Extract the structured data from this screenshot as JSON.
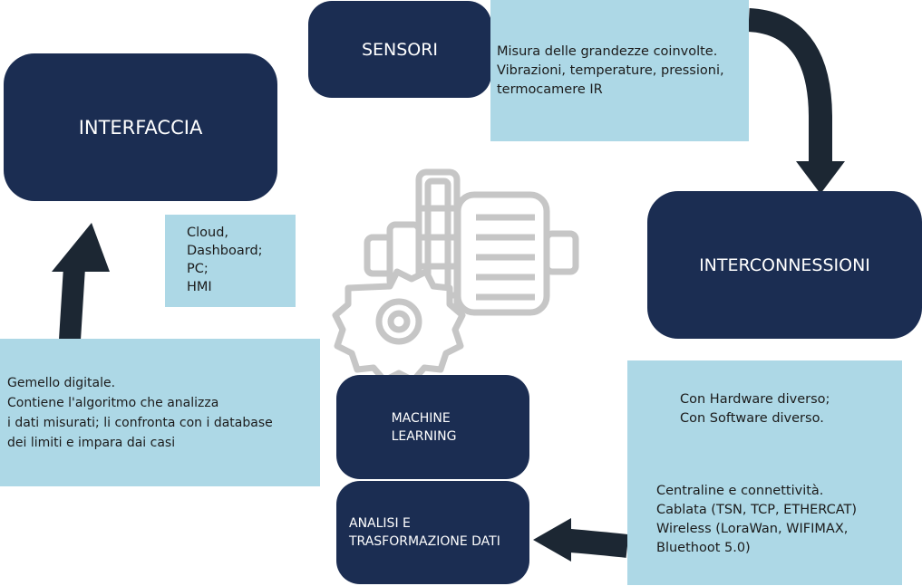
{
  "nodes": {
    "interfaccia": "INTERFACCIA",
    "sensori": "SENSORI",
    "interconnessioni": "INTERCONNESSIONI",
    "machine_learning": [
      "MACHINE",
      "LEARNING"
    ],
    "analisi": [
      "ANALISI E",
      "TRASFORMAZIONE DATI"
    ]
  },
  "notes": {
    "sensori": [
      "Misura delle grandezze coinvolte.",
      "Vibrazioni, temperature, pressioni,",
      "termocamere IR"
    ],
    "interfaccia": [
      "Cloud,",
      "Dashboard;",
      "PC;",
      "HMI"
    ],
    "gemello": [
      "Gemello digitale.",
      "Contiene l'algoritmo che analizza",
      "i dati misurati; li confronta con i database",
      "dei limiti e impara dai casi"
    ],
    "interconnessioni_a": [
      "Con Hardware diverso;",
      "Con Software diverso."
    ],
    "interconnessioni_b": [
      "Centraline e connettività.",
      "Cablata (TSN, TCP, ETHERCAT)",
      "Wireless (LoraWan, WIFIMAX,",
      "Bluethoot 5.0)"
    ]
  },
  "icons": {
    "center": "motor-gear-icon"
  },
  "colors": {
    "node_fill": "#1b2d52",
    "note_fill": "#add8e6",
    "arrow": "#1c2733",
    "icon_stroke": "#c6c6c6"
  }
}
